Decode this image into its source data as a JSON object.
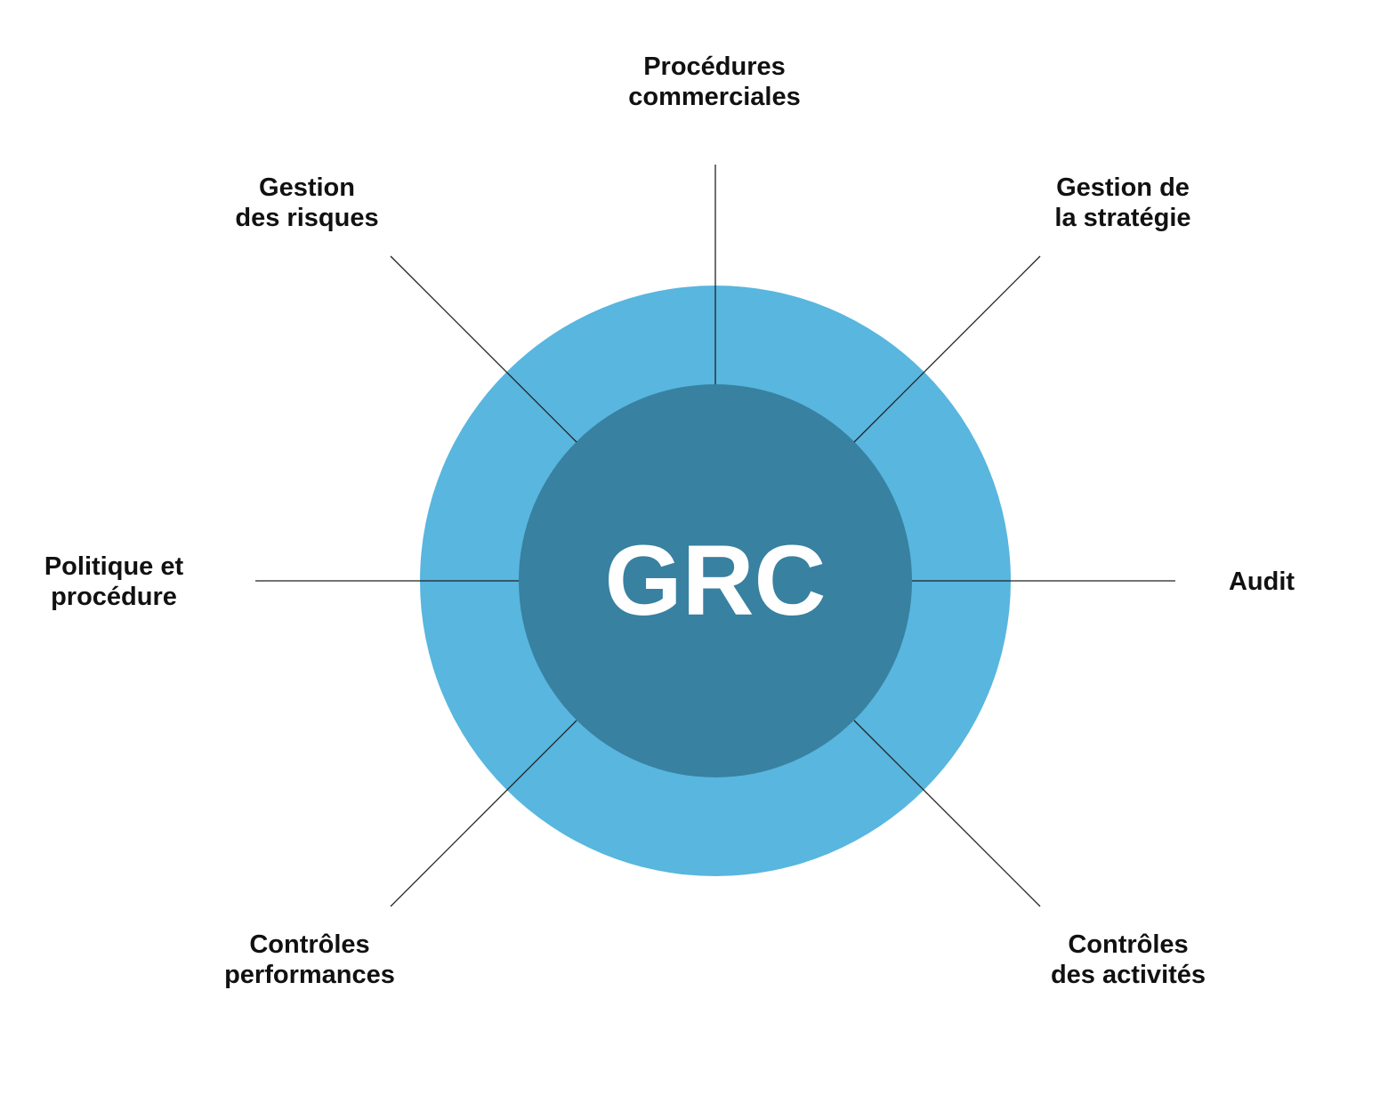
{
  "diagram": {
    "center_label": "GRC",
    "colors": {
      "outer_ring": "#58b6df",
      "inner_circle": "#3881a1",
      "connector": "#222222",
      "text": "#111111",
      "center_text": "#ffffff"
    },
    "spokes": [
      {
        "id": "top",
        "line1": "Procédures",
        "line2": "commerciales"
      },
      {
        "id": "top-left",
        "line1": "Gestion",
        "line2": "des risques"
      },
      {
        "id": "top-right",
        "line1": "Gestion de",
        "line2": "la stratégie"
      },
      {
        "id": "left",
        "line1": "Politique et",
        "line2": "procédure"
      },
      {
        "id": "right",
        "line1": "Audit",
        "line2": ""
      },
      {
        "id": "bottom-left",
        "line1": "Contrôles",
        "line2": "performances"
      },
      {
        "id": "bottom-right",
        "line1": "Contrôles",
        "line2": "des activités"
      }
    ]
  }
}
